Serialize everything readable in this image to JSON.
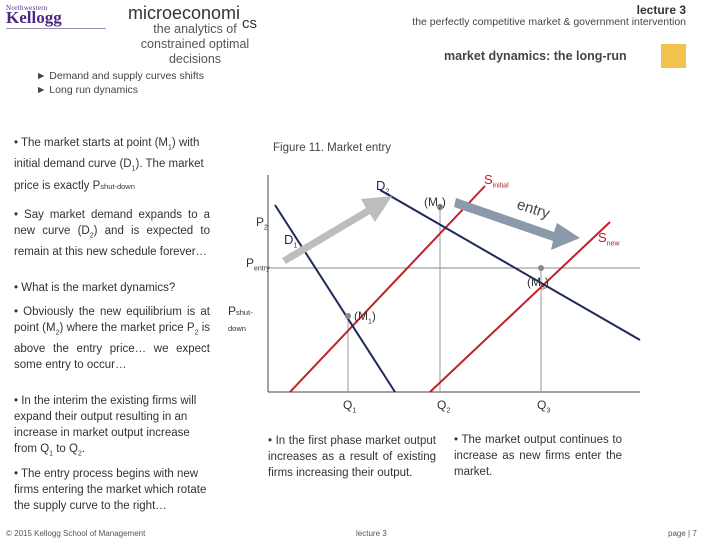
{
  "header": {
    "logo_northwestern": "Northwestern",
    "logo_kellogg": "Kellogg",
    "course_title": "microeconomi",
    "subtitle": "the analytics of constrained optimal decisions",
    "subtitle_cs": "cs",
    "lecture": "lecture 3",
    "topic": "the perfectly competitive market & government intervention",
    "section": "market dynamics: the long-run"
  },
  "nav": [
    "► Demand and supply curves shifts",
    "► Long run dynamics"
  ],
  "left": {
    "p1_a": "• The market starts at point (M",
    "p1_b": ") with initial demand curve (D",
    "p1_c": "). The market price is exactly P",
    "p1_sub": "shut-down",
    "p2_a": "• Say market demand expands to a new curve (D",
    "p2_b": ") and is expected to remain at this new schedule forever…",
    "p3": "• What is the market dynamics?",
    "p4_a": "• Obviously the new equilibrium is at point (M",
    "p4_b": ") where the market price P",
    "p4_c": " is above the entry price… we expect some entry to occur…",
    "p5_a": "• In the interim the existing firms will expand their output resulting in an increase in market output increase from Q",
    "p5_b": " to Q",
    "p5_c": ".",
    "p6": "• The entry process begins with new firms entering the market which rotate the supply curve to the right…"
  },
  "figure": {
    "caption": "Figure 11. Market entry",
    "labels": {
      "s_initial": "S",
      "s_initial_sub": "initial",
      "s_new": "S",
      "s_new_sub": "new",
      "d2": "D",
      "d2_sub": "2",
      "d1": "D",
      "d1_sub": "1",
      "p2": "P",
      "p2_sub": "2",
      "pentry": "P",
      "pentry_sub": "entry",
      "pshut": "P",
      "pshut_sub": "shut-down",
      "m1": "(M",
      "m1_sub": "1",
      "m2": "(M",
      "m2_sub": "2",
      "m3": "(M",
      "m3_sub": "3",
      "close": ")",
      "entry": "entry",
      "q1": "Q",
      "q1_sub": "1",
      "q2": "Q",
      "q2_sub": "2",
      "q3": "Q",
      "q3_sub": "3"
    }
  },
  "notes": {
    "first_a": "• In the first phase market output increases as a result of existing firms increasing their output.",
    "second": "• The market output continues to increase as new firms enter the market."
  },
  "footer": {
    "copyright": "© 2015 Kellogg School of Management",
    "center": "lecture 3",
    "page": "page | 7"
  },
  "colors": {
    "supply": "#c0202a",
    "demand": "#1f2a5a",
    "arrow": "#bdbdbd",
    "point": "#8a8a8a",
    "highlight": "#f2c24f"
  }
}
